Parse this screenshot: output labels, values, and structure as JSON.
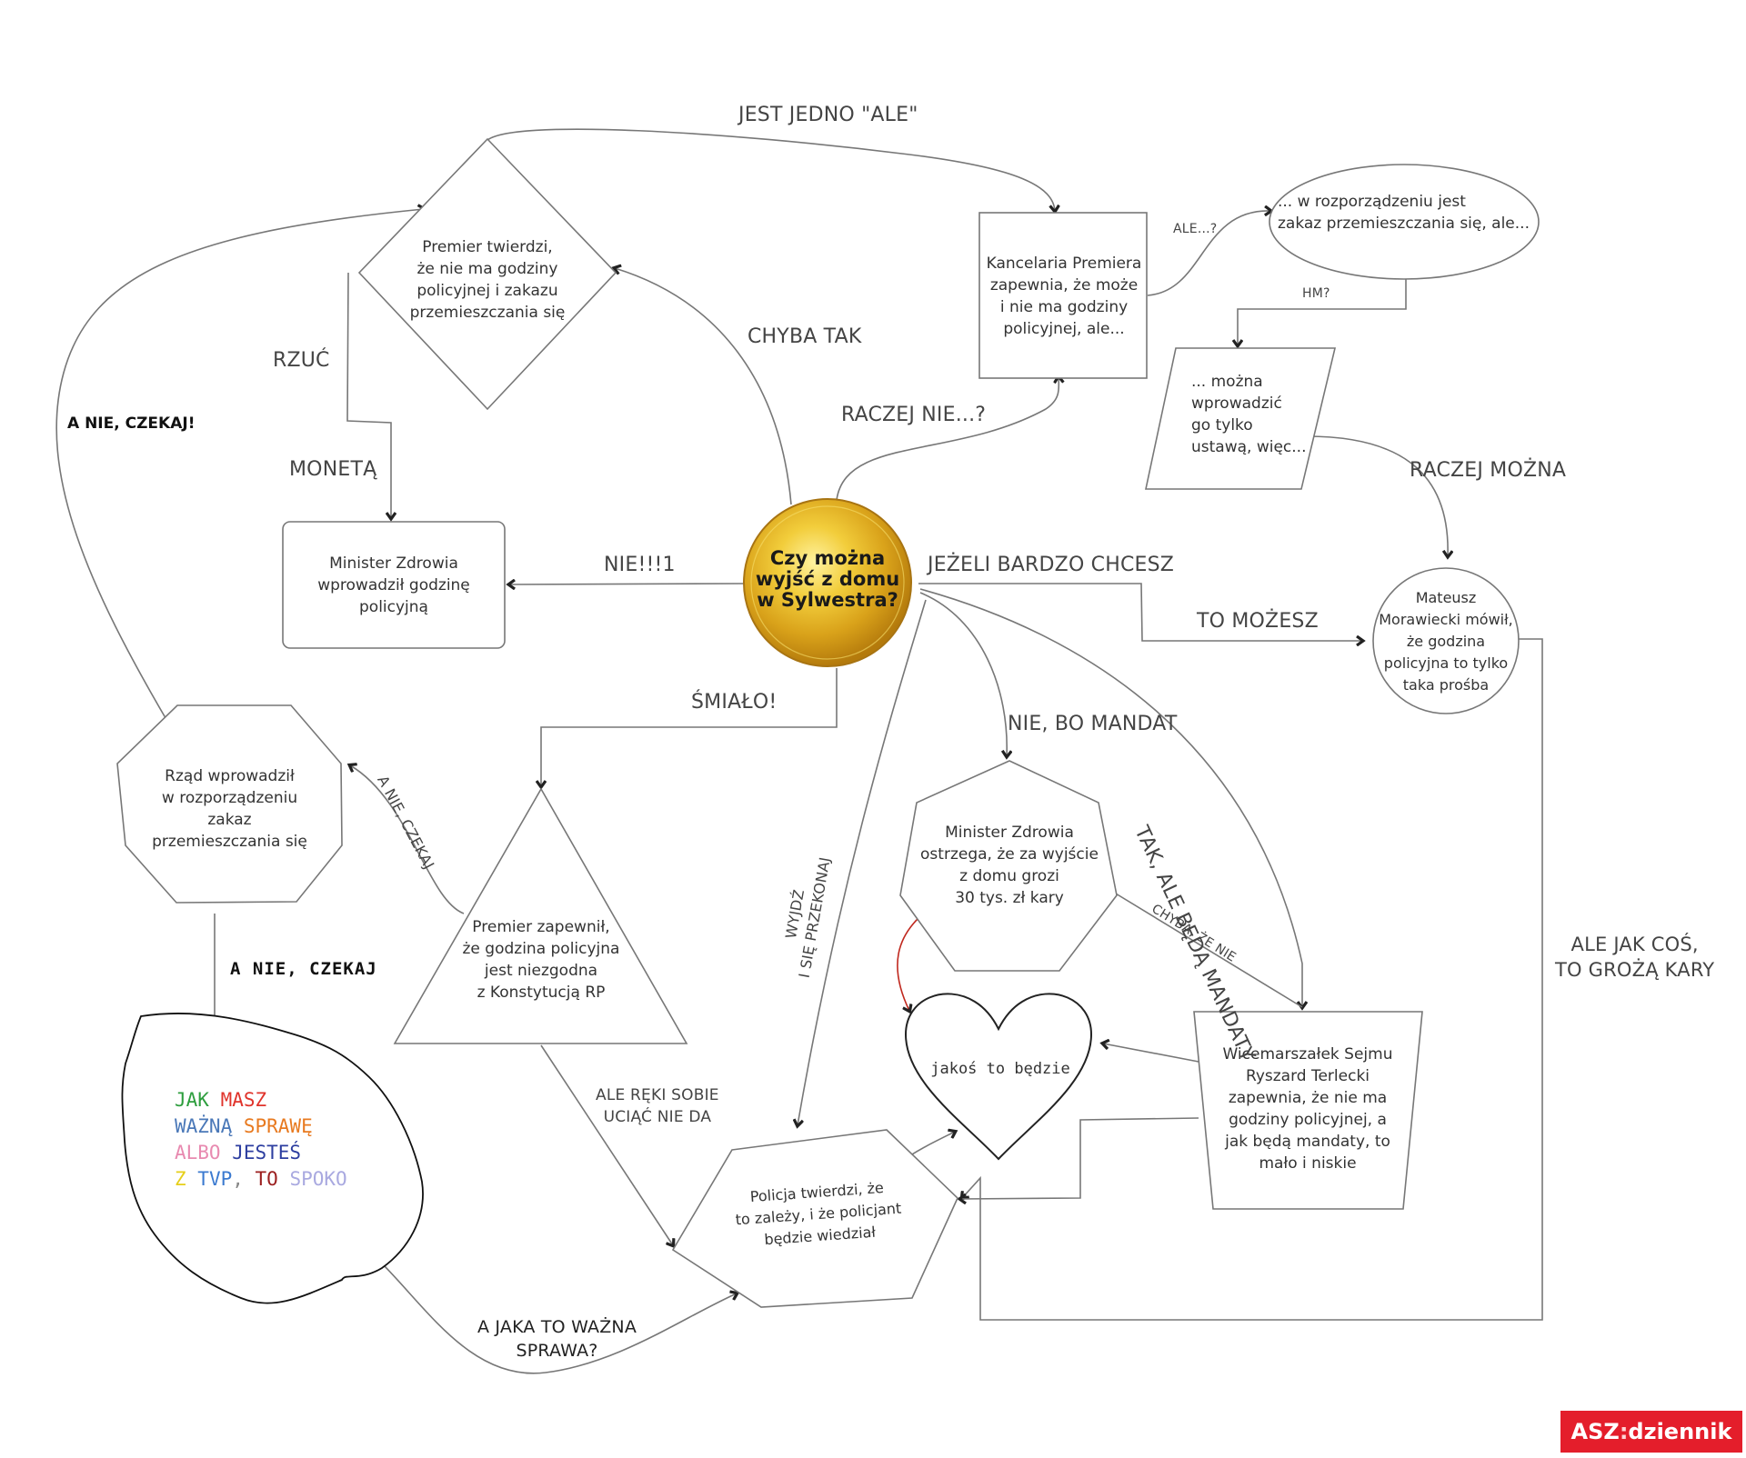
{
  "center": {
    "lines": [
      "Czy można",
      "wyjść z domu",
      "w Sylwestra?"
    ]
  },
  "nodes": {
    "premier_twierdzi": [
      "Premier twierdzi,",
      "że nie ma godziny",
      "policyjnej i zakazu",
      "przemieszczania się"
    ],
    "kancelaria": [
      "Kancelaria Premiera",
      "zapewnia, że może",
      "i nie ma godziny",
      "policyjnej, ale..."
    ],
    "rozporzadzenie": [
      "... w rozporządzeniu jest",
      "zakaz przemieszczania się, ale..."
    ],
    "ustawa": [
      "... można",
      "wprowadzić",
      "go tylko",
      "ustawą, więc..."
    ],
    "minister_godzina": [
      "Minister Zdrowia",
      "wprowadził godzinę",
      "policyjną"
    ],
    "morawiecki": [
      "Mateusz",
      "Morawiecki mówił,",
      "że godzina",
      "policyjna to tylko",
      "taka prośba"
    ],
    "rzad": [
      "Rząd wprowadził",
      "w rozporządzeniu",
      "zakaz",
      "przemieszczania się"
    ],
    "premier_zapewnil": [
      "Premier zapewnił,",
      "że godzina policyjna",
      "jest niezgodna",
      "z Konstytucją RP"
    ],
    "minister_ostrzega": [
      "Minister Zdrowia",
      "ostrzega, że za wyjście",
      "z domu grozi",
      "30 tys. zł kary"
    ],
    "jakos": [
      "jakoś to będzie"
    ],
    "policja": [
      "Policja twierdzi, że",
      "to zależy, i że policjant",
      "będzie wiedział"
    ],
    "terlecki": [
      "Wicemarszałek Sejmu",
      "Ryszard Terlecki",
      "zapewnia, że nie ma",
      "godziny policyjnej, a",
      "jak będą mandaty, to",
      "mało i niskie"
    ]
  },
  "cloud_lines": [
    [
      {
        "t": "JAK ",
        "c": "#2e9e3e"
      },
      {
        "t": "MASZ",
        "c": "#e0332b"
      }
    ],
    [
      {
        "t": "WAŻNĄ ",
        "c": "#4a78b8"
      },
      {
        "t": "SPRAWĘ",
        "c": "#e87a20"
      }
    ],
    [
      {
        "t": "ALBO ",
        "c": "#e88ab0"
      },
      {
        "t": "JESTEŚ",
        "c": "#2d3ea0"
      }
    ],
    [
      {
        "t": "Z ",
        "c": "#e6cf1a"
      },
      {
        "t": "TVP",
        "c": "#3b7ad0"
      },
      {
        "t": ", ",
        "c": "#888888"
      },
      {
        "t": "TO ",
        "c": "#9c2020"
      },
      {
        "t": "SPOKO",
        "c": "#a9a9e0"
      }
    ]
  ],
  "edges": {
    "jest_jedno_ale": "JEST JEDNO \"ALE\"",
    "ale": "ALE...?",
    "hm": "HM?",
    "chyba_tak": "CHYBA TAK",
    "raczej_nie": "RACZEJ NIE...?",
    "raczej_mozna": "RACZEJ MOŻNA",
    "rzuc": "RZUĆ",
    "moneta": "MONETĄ",
    "nie": "NIE!!!1",
    "jezeli": "JEŻELI BARDZO CHCESZ",
    "to_mozesz": "TO MOŻESZ",
    "smialo": "ŚMIAŁO!",
    "nie_bo_mandat": "NIE, BO MANDAT",
    "tak_ale": "TAK, ALE BĘDĄ MANDATY",
    "a_nie_czekaj_rot": "A NIE, CZEKAJ",
    "wyjdz": [
      "WYJDŹ",
      "I SIĘ PRZEKONAJ"
    ],
    "chyba_ze_nie": "CHYBA, ŻE NIE",
    "ale_jak_cos": [
      "ALE JAK COŚ,",
      "TO GROŻĄ KARY"
    ],
    "ale_reki": [
      "ALE RĘKI SOBIE",
      "UCIĄĆ NIE DA"
    ],
    "a_jaka": [
      "A JAKA TO WAŻNA",
      "SPRAWA?"
    ],
    "a_nie_czekaj_left": "A NIE, CZEKAJ!",
    "a_nie_czekaj_comic": "A NIE, CZEKAJ"
  },
  "logo": {
    "part1": "ASZ",
    "part2": "dziennik"
  }
}
